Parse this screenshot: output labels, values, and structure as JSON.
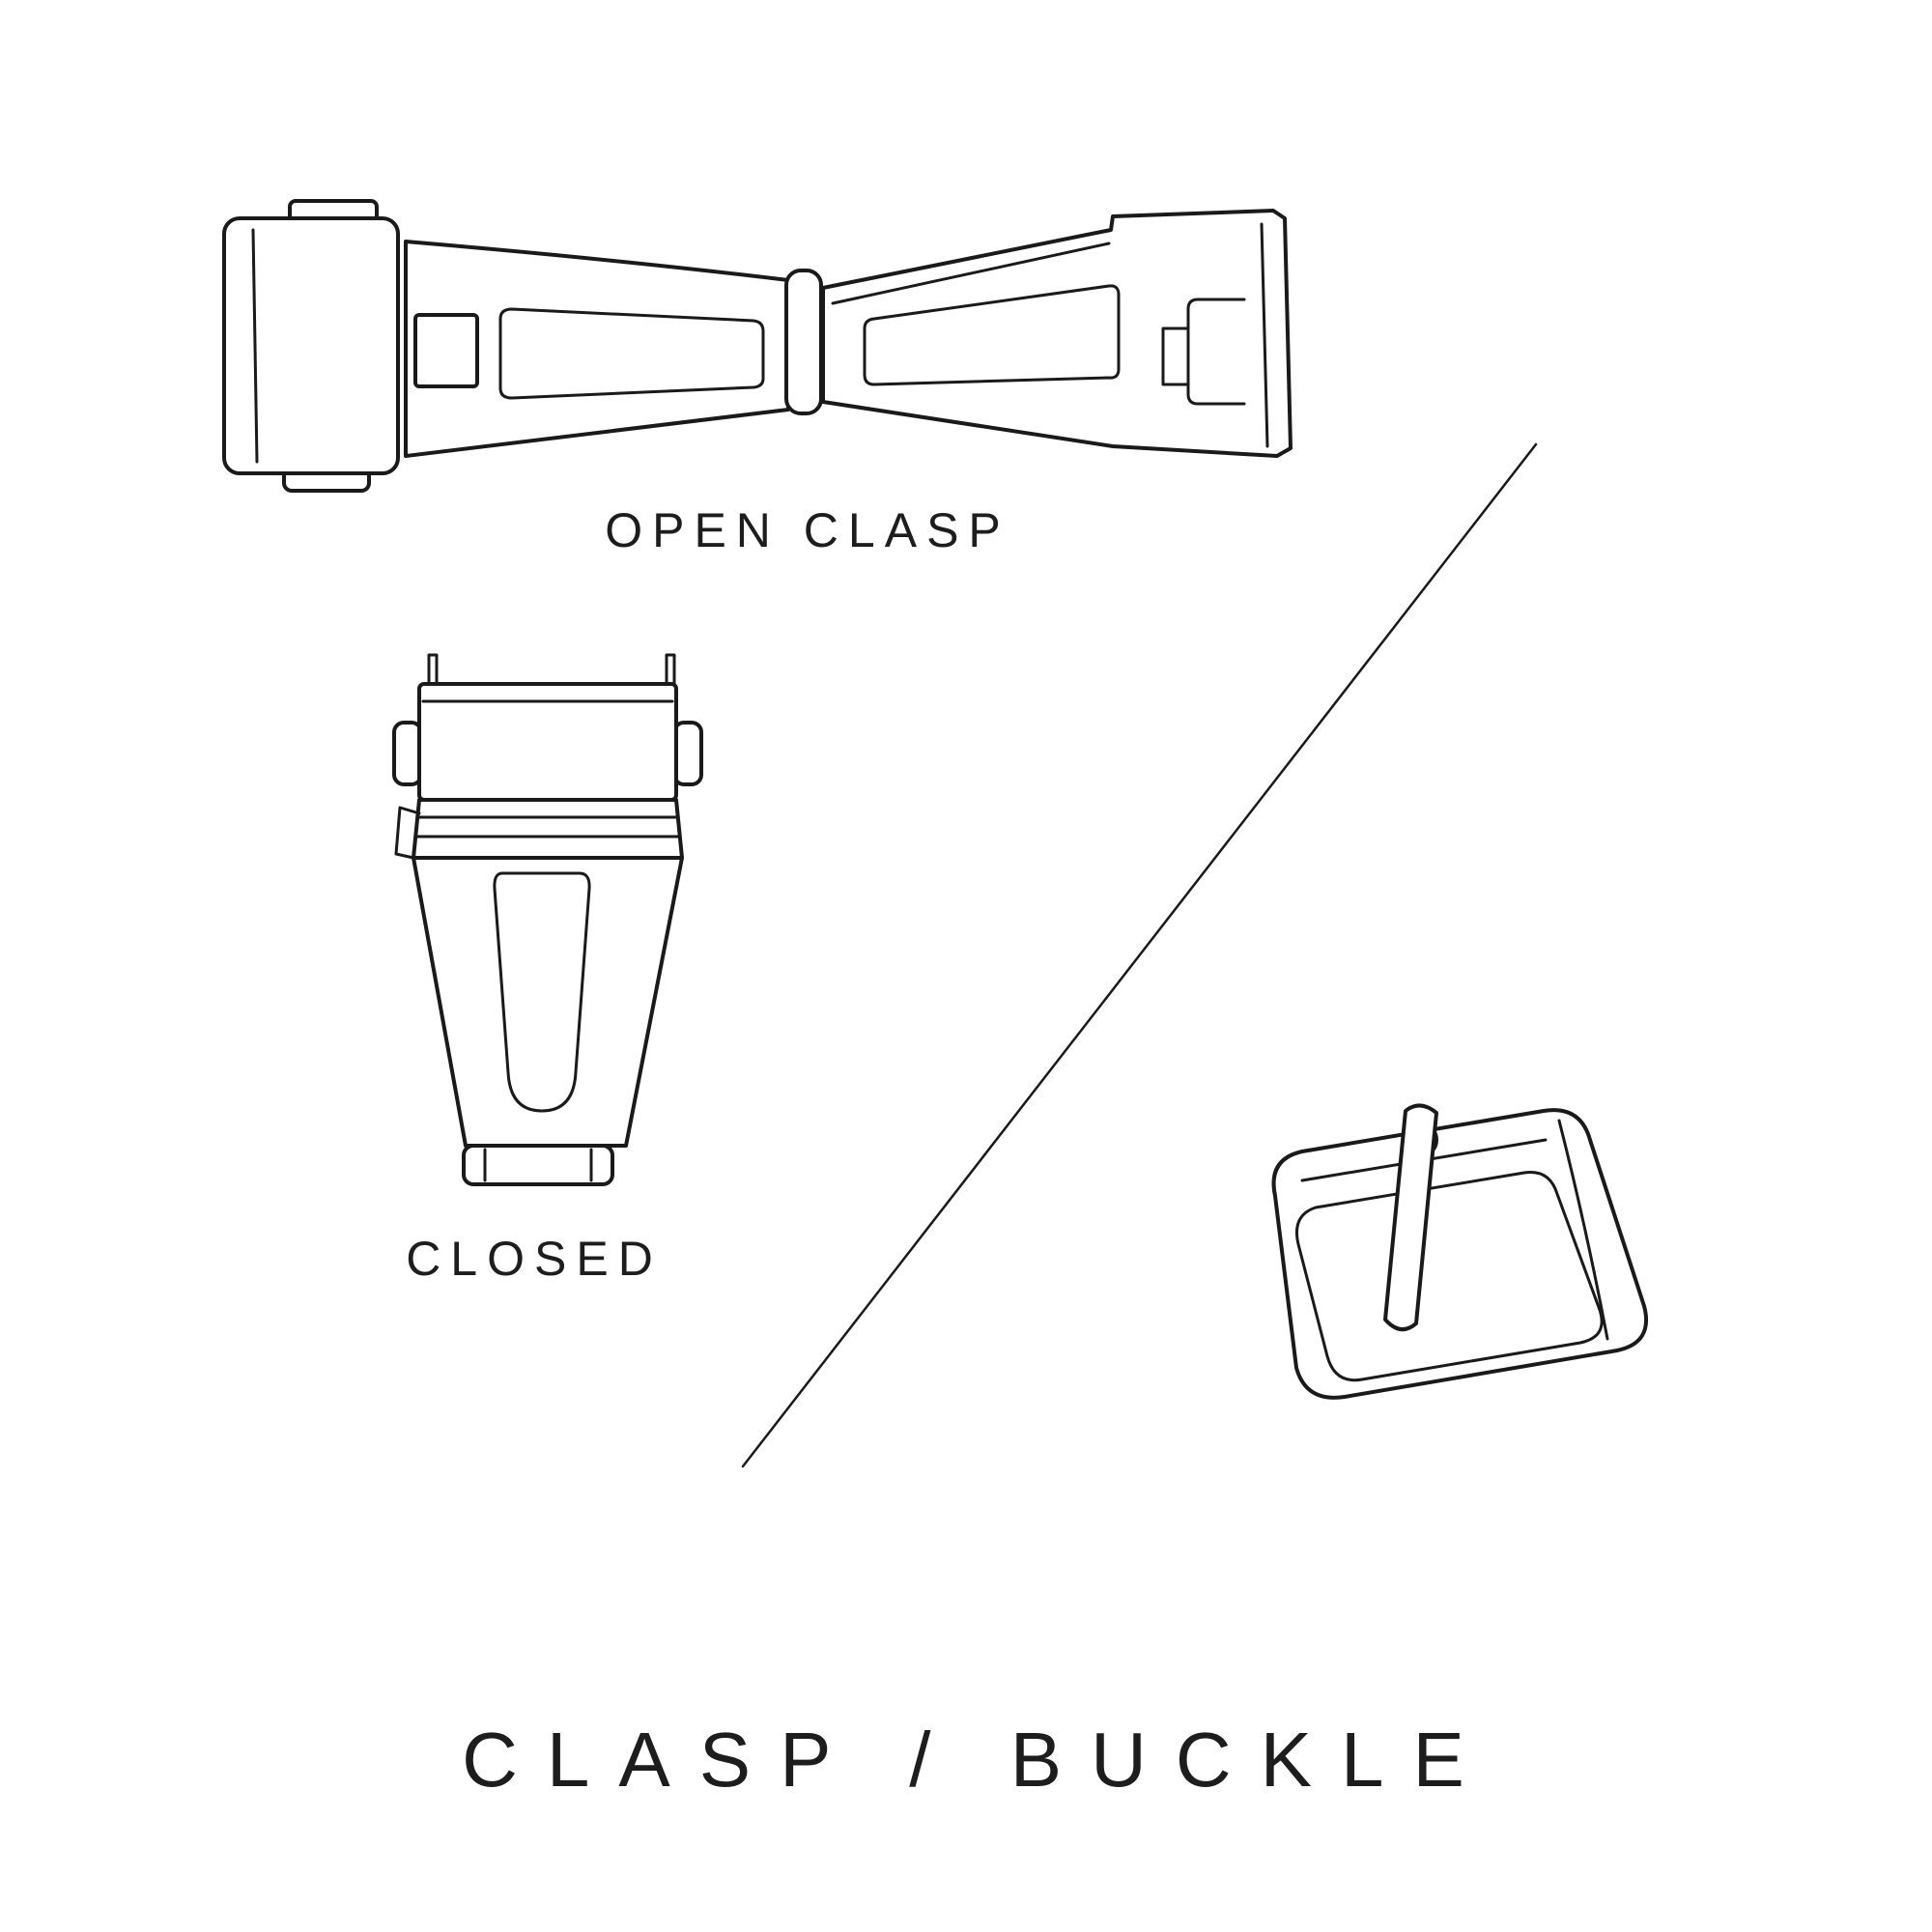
{
  "page": {
    "kind": "watch-strap-hardware-diagram",
    "colors": {
      "background": "#ffffff",
      "line": "#1a1a1a",
      "text": "#1d1d1d"
    }
  },
  "labels": {
    "open_clasp": "OPEN CLASP",
    "closed": "CLOSED",
    "title": "CLASP / BUCKLE"
  },
  "icons": {
    "open_clasp_illustration": "open-clasp-line-drawing",
    "closed_clasp_illustration": "closed-clasp-line-drawing",
    "buckle_illustration": "tang-buckle-line-drawing",
    "divider": "diagonal-divider-line"
  }
}
